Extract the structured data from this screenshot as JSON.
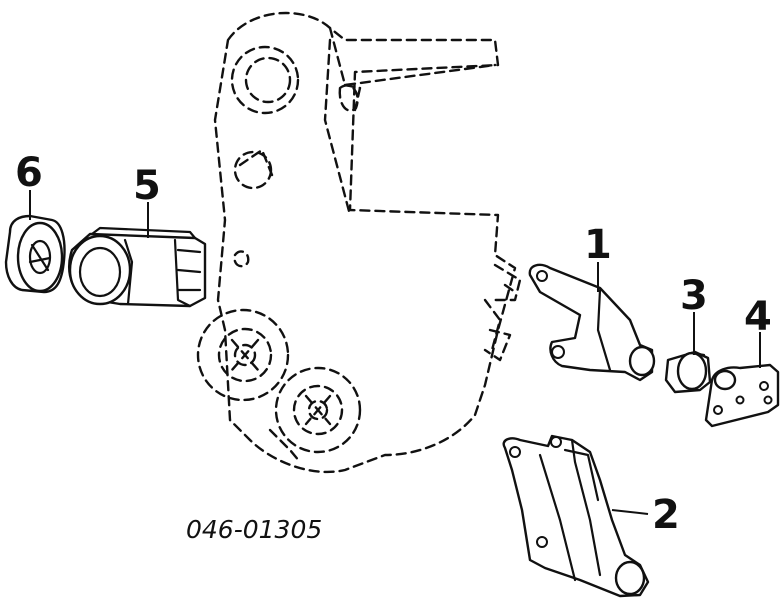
{
  "diagram": {
    "part_number": "046-01305",
    "callouts": {
      "c1": "1",
      "c2": "2",
      "c3": "3",
      "c4": "4",
      "c5": "5",
      "c6": "6"
    }
  }
}
